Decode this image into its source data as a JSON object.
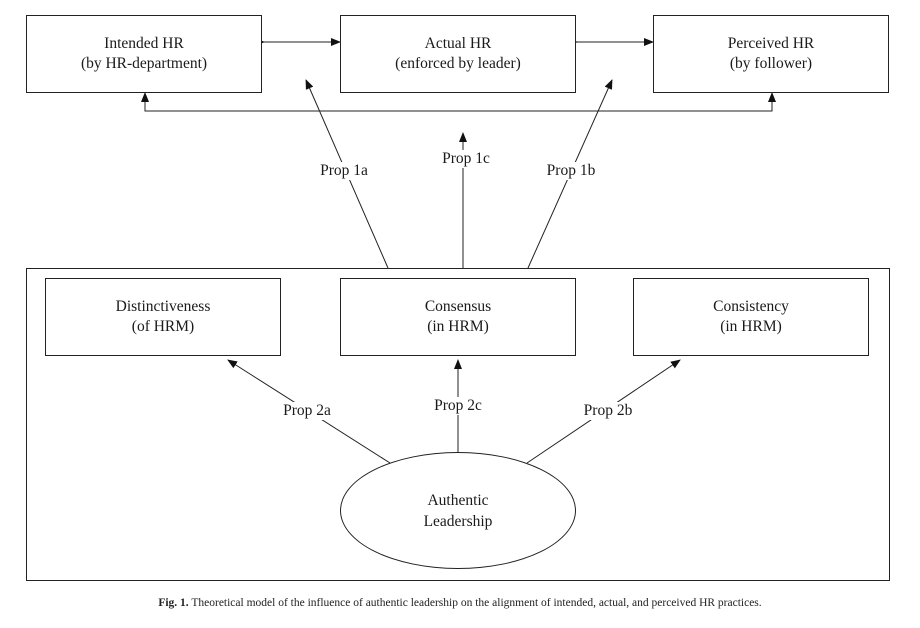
{
  "top_boxes": {
    "intended": {
      "line1": "Intended HR",
      "line2": "(by HR-department)"
    },
    "actual": {
      "line1": "Actual HR",
      "line2": "(enforced by leader)"
    },
    "perceived": {
      "line1": "Perceived HR",
      "line2": "(by follower)"
    }
  },
  "attribute_boxes": {
    "distinctiveness": {
      "line1": "Distinctiveness",
      "line2": "(of HRM)"
    },
    "consensus": {
      "line1": "Consensus",
      "line2": "(in HRM)"
    },
    "consistency": {
      "line1": "Consistency",
      "line2": "(in HRM)"
    }
  },
  "leadership": {
    "line1": "Authentic",
    "line2": "Leadership"
  },
  "propositions": {
    "p1a": "Prop 1a",
    "p1b": "Prop 1b",
    "p1c": "Prop 1c",
    "p2a": "Prop 2a",
    "p2b": "Prop 2b",
    "p2c": "Prop 2c"
  },
  "caption": {
    "fig_label": "Fig. 1.",
    "text": "Theoretical model of the influence of authentic leadership on the alignment of intended, actual, and perceived HR practices."
  }
}
